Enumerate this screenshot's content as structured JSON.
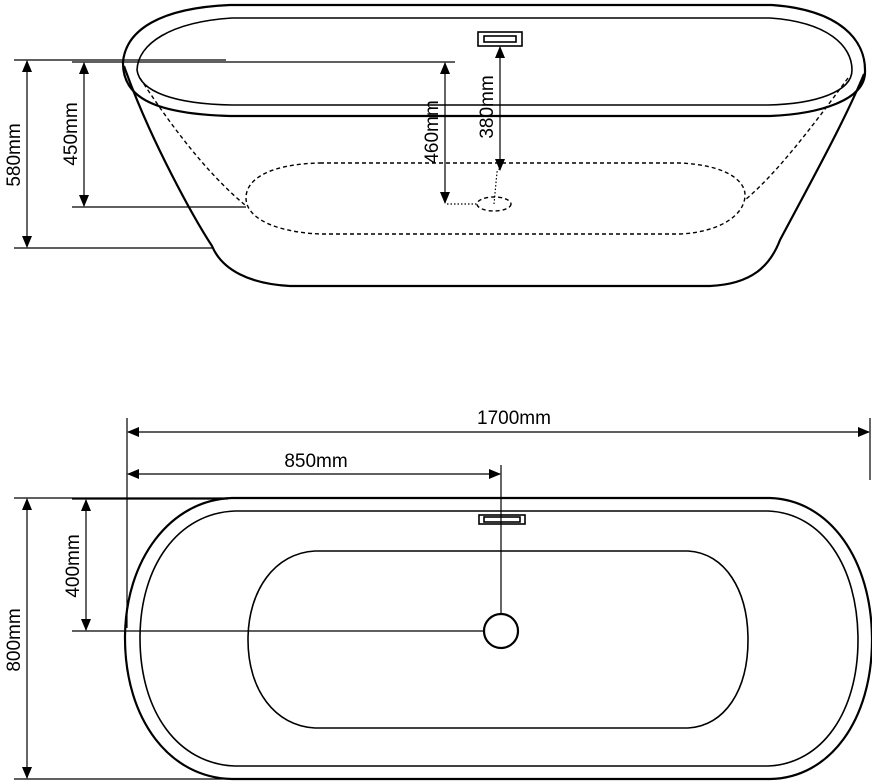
{
  "labels": {
    "side_total_height": "580mm",
    "side_inner_depth": "450mm",
    "side_overflow_height": "460mm",
    "side_overflow_to_drain": "380mm",
    "top_length": "1700mm",
    "top_half_length": "850mm",
    "top_half_width": "400mm",
    "top_width": "800mm"
  }
}
